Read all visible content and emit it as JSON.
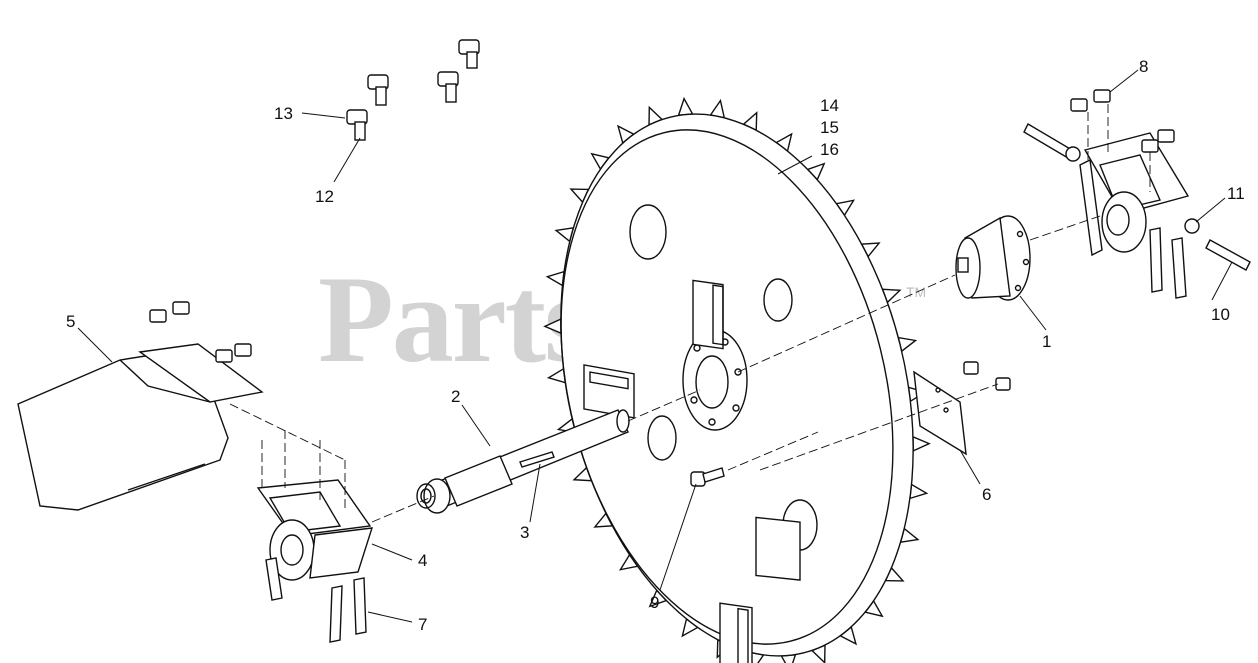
{
  "watermark": {
    "brand": "PartsTree",
    "trademark": "TM"
  },
  "callouts": [
    {
      "id": "1",
      "text": "1"
    },
    {
      "id": "2",
      "text": "2"
    },
    {
      "id": "3",
      "text": "3"
    },
    {
      "id": "4",
      "text": "4"
    },
    {
      "id": "5",
      "text": "5"
    },
    {
      "id": "6",
      "text": "6"
    },
    {
      "id": "7",
      "text": "7"
    },
    {
      "id": "8",
      "text": "8"
    },
    {
      "id": "9",
      "text": "9"
    },
    {
      "id": "10",
      "text": "10"
    },
    {
      "id": "11",
      "text": "11"
    },
    {
      "id": "12",
      "text": "12"
    },
    {
      "id": "13",
      "text": "13"
    },
    {
      "id": "14",
      "text": "14"
    },
    {
      "id": "15",
      "text": "15"
    },
    {
      "id": "16",
      "text": "16"
    }
  ]
}
